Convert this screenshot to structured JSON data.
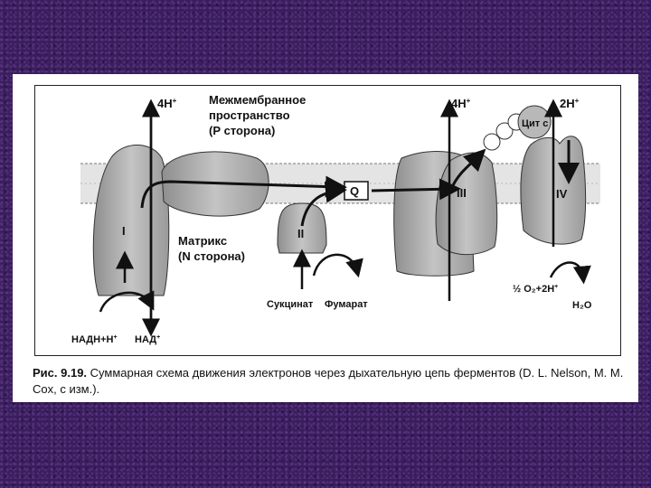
{
  "figure": {
    "labels": {
      "h4_left": "4H",
      "h4_left_sup": "+",
      "intermembrane_line1": "Межмембранное",
      "intermembrane_line2": "пространство",
      "intermembrane_line3": "(Р сторона)",
      "h4_right": "4H",
      "h4_right_sup": "+",
      "h2": "2H",
      "h2_sup": "+",
      "cyt_c": "Цит с",
      "quinone": "Q",
      "complex_i": "I",
      "complex_ii": "II",
      "complex_iii": "III",
      "complex_iv": "IV",
      "matrix_line1": "Матрикс",
      "matrix_line2": "(N сторона)",
      "nadh": "НАДН+Н",
      "nadh_sup": "+",
      "nad": "НАД",
      "nad_sup": "+",
      "succinate": "Сукцинат",
      "fumarate": "Фумарат",
      "oxygen": "½ O₂+2H",
      "oxygen_sup": "+",
      "water": "H₂O"
    }
  },
  "caption": {
    "prefix": "Рис. 9.19.",
    "text": " Суммарная схема движения электронов через дыхательную цепь ферментов (D. L. Nelson, M. M. Cox, с изм.)."
  }
}
